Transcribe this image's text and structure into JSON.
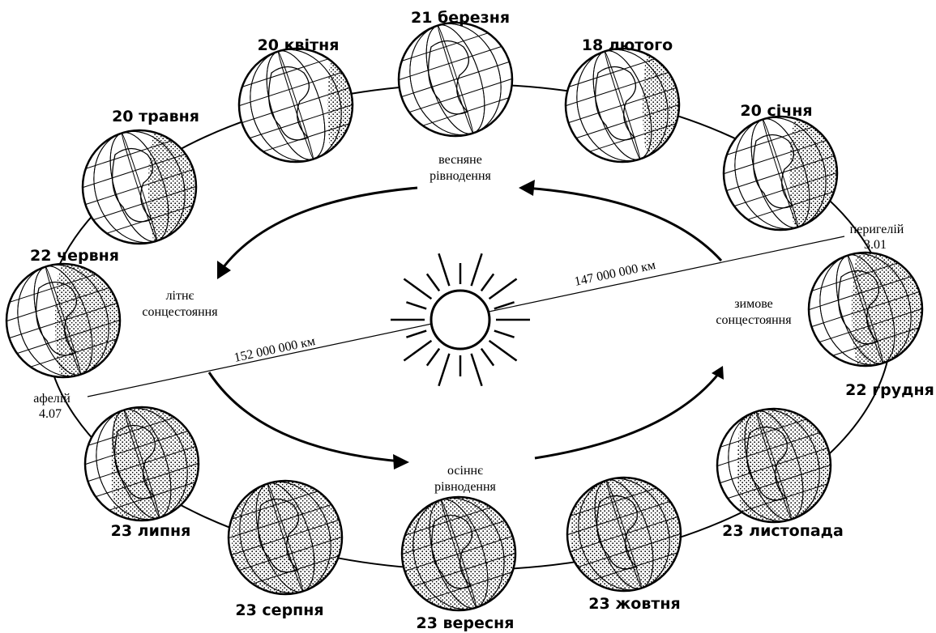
{
  "globes": [
    {
      "date": "21 березня",
      "name": "globe-march-21",
      "shade": 0.0
    },
    {
      "date": "18 лютого",
      "name": "globe-february-18",
      "shade": 0.25
    },
    {
      "date": "20 січня",
      "name": "globe-january-20",
      "shade": 0.35
    },
    {
      "date": "22 грудня",
      "name": "globe-december-22",
      "shade": 0.55
    },
    {
      "date": "23 листопада",
      "name": "globe-november-23",
      "shade": 0.75
    },
    {
      "date": "23 жовтня",
      "name": "globe-october-23",
      "shade": 0.9
    },
    {
      "date": "23 вересня",
      "name": "globe-september-23",
      "shade": 1.0
    },
    {
      "date": "23 серпня",
      "name": "globe-august-23",
      "shade": 0.9
    },
    {
      "date": "23 липня",
      "name": "globe-july-23",
      "shade": 0.7
    },
    {
      "date": "22 червня",
      "name": "globe-june-22",
      "shade": 0.5
    },
    {
      "date": "20 травня",
      "name": "globe-may-20",
      "shade": 0.35
    },
    {
      "date": "20 квітня",
      "name": "globe-april-20",
      "shade": 0.15
    }
  ],
  "labels": {
    "spring_equinox": [
      "весняне",
      "рівнодення"
    ],
    "autumn_equinox": [
      "осіннє",
      "рівнодення"
    ],
    "summer_solstice": [
      "літнє",
      "сонцестояння"
    ],
    "winter_solstice": [
      "зимове",
      "сонцестояння"
    ],
    "perihelion": [
      "перигелій",
      "3.01"
    ],
    "aphelion": [
      "афелій",
      "4.07"
    ],
    "perihelion_distance": "147 000 000  км",
    "aphelion_distance": "152 000 000  км"
  }
}
